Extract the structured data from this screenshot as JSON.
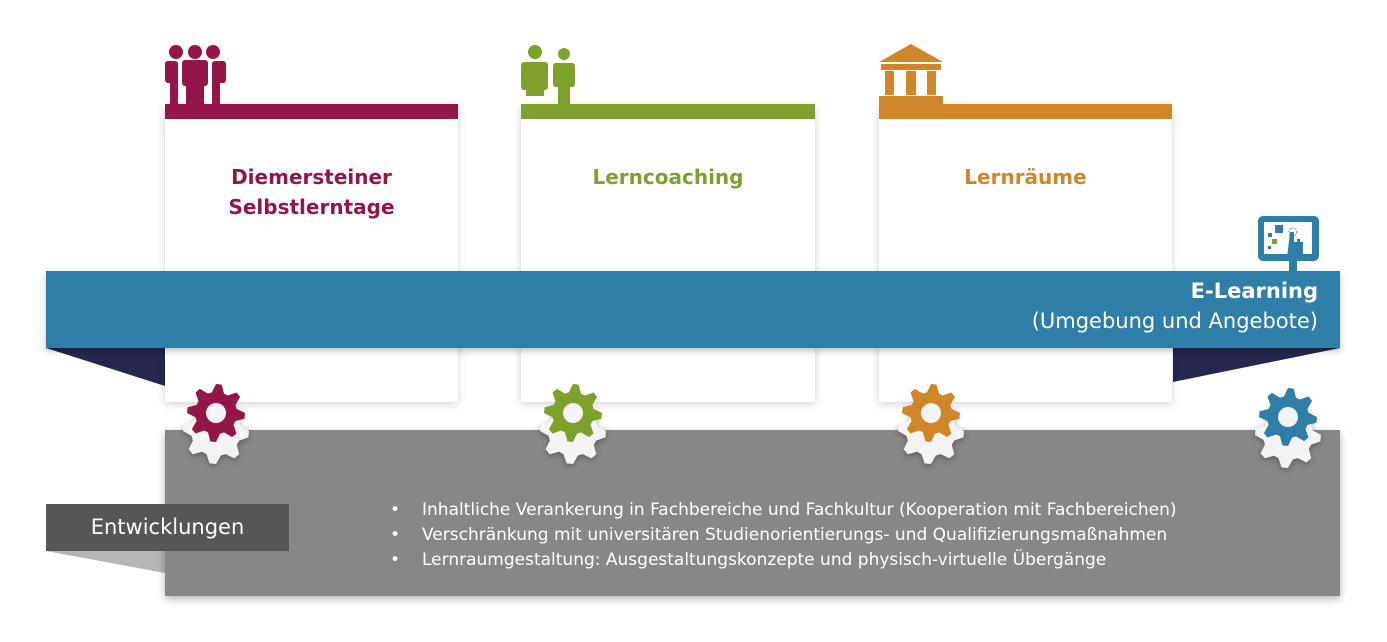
{
  "colors": {
    "maroon": "#941548",
    "green": "#7da12b",
    "orange": "#cf8629",
    "blue": "#2f7ea8",
    "navy": "#27264f",
    "gray": "#878787",
    "label": "#565656"
  },
  "pillars": [
    {
      "title_line1": "Diemersteiner",
      "title_line2": "Selbstlerntage",
      "icon": "people-group-icon"
    },
    {
      "title_line1": "Lerncoaching",
      "title_line2": "",
      "icon": "coaching-pair-icon"
    },
    {
      "title_line1": "Lernräume",
      "title_line2": "",
      "icon": "building-columns-icon"
    }
  ],
  "elearning": {
    "title": "E-Learning",
    "subtitle": "(Umgebung und Angebote)",
    "icon": "tablet-touch-icon"
  },
  "developments": {
    "label": "Entwicklungen",
    "items": [
      "Inhaltliche Verankerung in Fachbereiche und Fachkultur (Kooperation mit Fachbereichen)",
      "Verschränkung mit universitären Studienorientierungs- und Qualifizierungsmaßnahmen",
      "Lernraumgestaltung: Ausgestaltungskonzepte und physisch-virtuelle Übergänge"
    ]
  }
}
